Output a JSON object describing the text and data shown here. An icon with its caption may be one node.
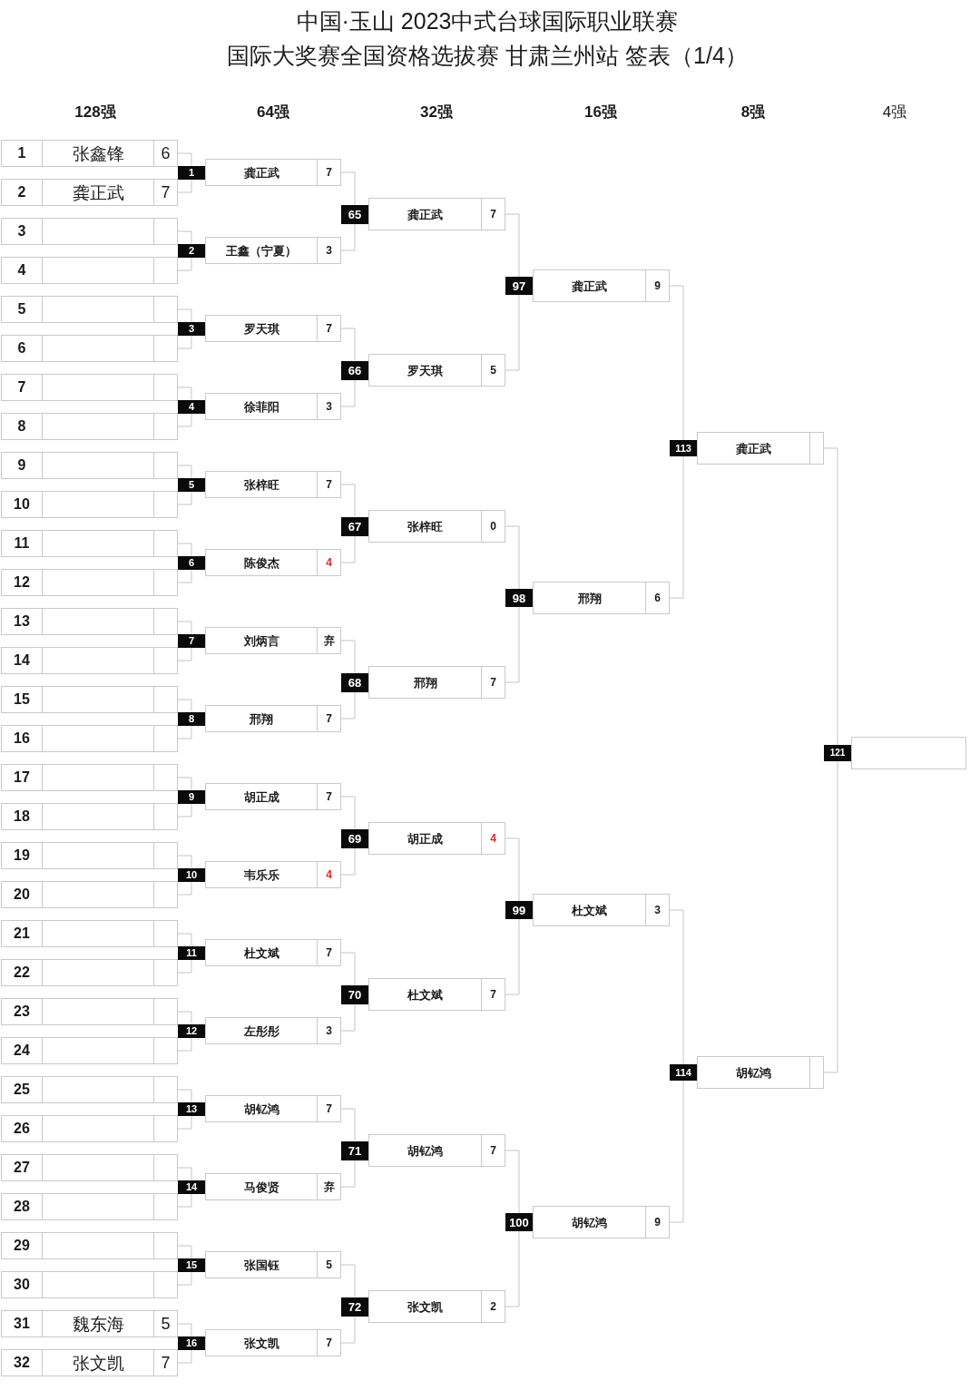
{
  "diagram": {
    "title": "中国·玉山 2023中式台球国际职业联赛",
    "nodes": [
      {
        "text": [
          "1",
          "张鑫锋",
          "6"
        ]
      },
      {
        "text": [
          "2",
          "龚正武",
          "7"
        ]
      },
      {
        "text": [
          "3"
        ]
      },
      {
        "text": [
          "4"
        ]
      },
      {
        "text": [
          "5"
        ]
      },
      {
        "text": [
          "6"
        ]
      },
      {
        "text": [
          "7"
        ]
      },
      {
        "text": [
          "8"
        ]
      },
      {
        "text": [
          "9"
        ]
      },
      {
        "text": [
          "10"
        ]
      },
      {
        "text": [
          "11"
        ]
      },
      {
        "text": [
          "12"
        ]
      },
      {
        "text": [
          "13"
        ]
      },
      {
        "text": [
          "14"
        ]
      },
      {
        "text": [
          "15"
        ]
      },
      {
        "text": [
          "16"
        ]
      },
      {
        "text": [
          "17"
        ]
      },
      {
        "text": [
          "18"
        ]
      },
      {
        "text": [
          "19"
        ]
      },
      {
        "text": [
          "20"
        ]
      },
      {
        "text": [
          "21"
        ]
      },
      {
        "text": [
          "22"
        ]
      },
      {
        "text": [
          "23"
        ]
      },
      {
        "text": [
          "24"
        ]
      },
      {
        "text": [
          "25"
        ]
      },
      {
        "text": [
          "26"
        ]
      },
      {
        "text": [
          "27"
        ]
      },
      {
        "text": [
          "28"
        ]
      },
      {
        "text": [
          "29"
        ]
      },
      {
        "text": [
          "30"
        ]
      },
      {
        "text": [
          "31",
          "魏东海",
          "5"
        ]
      },
      {
        "text": [
          "32",
          "张文凯",
          "7"
        ]
      },
      {
        "text": [
          "1",
          "龚正武",
          "7"
        ]
      },
      {
        "text": [
          "2",
          "王鑫（宁夏）",
          "3"
        ]
      },
      {
        "text": [
          "3",
          "罗天琪",
          "7"
        ]
      },
      {
        "text": [
          "4",
          "徐菲阳",
          "3"
        ]
      },
      {
        "text": [
          "5",
          "张梓旺",
          "7"
        ]
      },
      {
        "text": [
          "6",
          "陈俊杰",
          "4"
        ]
      },
      {
        "text": [
          "7",
          "刘炳言",
          "弃"
        ]
      },
      {
        "text": [
          "8",
          "邢翔",
          "7"
        ]
      },
      {
        "text": [
          "9",
          "胡正成",
          "7"
        ]
      },
      {
        "text": [
          "10",
          "韦乐乐",
          "4"
        ]
      },
      {
        "text": [
          "11",
          "杜文斌",
          "7"
        ]
      },
      {
        "text": [
          "12",
          "左彤彤",
          "3"
        ]
      },
      {
        "text": [
          "13",
          "胡钇鸿",
          "7"
        ]
      },
      {
        "text": [
          "14",
          "马俊贤",
          "弃"
        ]
      },
      {
        "text": [
          "15",
          "张国钰",
          "5"
        ]
      },
      {
        "text": [
          "16",
          "张文凯",
          "7"
        ]
      },
      {
        "text": [
          "65",
          "龚正武",
          "7"
        ]
      },
      {
        "text": [
          "66",
          "罗天琪",
          "5"
        ]
      },
      {
        "text": [
          "67",
          "张梓旺",
          "0"
        ]
      },
      {
        "text": [
          "68",
          "邢翔",
          "7"
        ]
      },
      {
        "text": [
          "69",
          "胡正成",
          "4"
        ]
      },
      {
        "text": [
          "70",
          "杜文斌",
          "7"
        ]
      },
      {
        "text": [
          "71",
          "胡钇鸿",
          "7"
        ]
      },
      {
        "text": [
          "72",
          "张文凯",
          "2"
        ]
      },
      {
        "text": [
          "97",
          "龚正武",
          "9"
        ]
      },
      {
        "text": [
          "98",
          "邢翔",
          "6"
        ]
      },
      {
        "text": [
          "99",
          "杜文斌",
          "3"
        ]
      },
      {
        "text": [
          "100",
          "胡钇鸿",
          "9"
        ]
      },
      {
        "text": [
          "113",
          "龚正武"
        ]
      },
      {
        "text": [
          "114",
          "胡钇鸿"
        ]
      },
      {
        "text": [
          "121"
        ]
      }
    ],
    "edges": [
      {
        "from": 0,
        "to": 32,
        "arrow": "none"
      },
      {
        "from": 1,
        "to": 32,
        "arrow": "none"
      },
      {
        "from": 2,
        "to": 33,
        "arrow": "none"
      },
      {
        "from": 3,
        "to": 33,
        "arrow": "none"
      },
      {
        "from": 4,
        "to": 34,
        "arrow": "none"
      },
      {
        "from": 5,
        "to": 34,
        "arrow": "none"
      },
      {
        "from": 6,
        "to": 35,
        "arrow": "none"
      },
      {
        "from": 7,
        "to": 35,
        "arrow": "none"
      },
      {
        "from": 8,
        "to": 36,
        "arrow": "none"
      },
      {
        "from": 9,
        "to": 36,
        "arrow": "none"
      },
      {
        "from": 10,
        "to": 37,
        "arrow": "none"
      },
      {
        "from": 11,
        "to": 37,
        "arrow": "none"
      },
      {
        "from": 12,
        "to": 38,
        "arrow": "none"
      },
      {
        "from": 13,
        "to": 38,
        "arrow": "none"
      },
      {
        "from": 14,
        "to": 39,
        "arrow": "none"
      },
      {
        "from": 15,
        "to": 39,
        "arrow": "none"
      },
      {
        "from": 16,
        "to": 40,
        "arrow": "none"
      },
      {
        "from": 17,
        "to": 40,
        "arrow": "none"
      },
      {
        "from": 18,
        "to": 41,
        "arrow": "none"
      },
      {
        "from": 19,
        "to": 41,
        "arrow": "none"
      },
      {
        "from": 20,
        "to": 42,
        "arrow": "none"
      },
      {
        "from": 21,
        "to": 42,
        "arrow": "none"
      },
      {
        "from": 22,
        "to": 43,
        "arrow": "none"
      },
      {
        "from": 23,
        "to": 43,
        "arrow": "none"
      },
      {
        "from": 24,
        "to": 44,
        "arrow": "none"
      },
      {
        "from": 25,
        "to": 44,
        "arrow": "none"
      },
      {
        "from": 26,
        "to": 45,
        "arrow": "none"
      },
      {
        "from": 27,
        "to": 45,
        "arrow": "none"
      },
      {
        "from": 28,
        "to": 46,
        "arrow": "none"
      },
      {
        "from": 29,
        "to": 46,
        "arrow": "none"
      },
      {
        "from": 30,
        "to": 47,
        "arrow": "none"
      },
      {
        "from": 31,
        "to": 47,
        "arrow": "none"
      },
      {
        "from": 32,
        "to": 48,
        "arrow": "none"
      },
      {
        "from": 33,
        "to": 48,
        "arrow": "none"
      },
      {
        "from": 34,
        "to": 49,
        "arrow": "none"
      },
      {
        "from": 35,
        "to": 49,
        "arrow": "none"
      },
      {
        "from": 36,
        "to": 50,
        "arrow": "none"
      },
      {
        "from": 37,
        "to": 50,
        "arrow": "none"
      },
      {
        "from": 38,
        "to": 51,
        "arrow": "none"
      },
      {
        "from": 39,
        "to": 51,
        "arrow": "none"
      },
      {
        "from": 40,
        "to": 52,
        "arrow": "none"
      },
      {
        "from": 41,
        "to": 52,
        "arrow": "none"
      },
      {
        "from": 42,
        "to": 53,
        "arrow": "none"
      },
      {
        "from": 43,
        "to": 53,
        "arrow": "none"
      },
      {
        "from": 44,
        "to": 54,
        "arrow": "none"
      },
      {
        "from": 45,
        "to": 54,
        "arrow": "none"
      },
      {
        "from": 46,
        "to": 55,
        "arrow": "none"
      },
      {
        "from": 47,
        "to": 55,
        "arrow": "none"
      },
      {
        "from": 48,
        "to": 56,
        "arrow": "none"
      },
      {
        "from": 49,
        "to": 56,
        "arrow": "none"
      },
      {
        "from": 50,
        "to": 57,
        "arrow": "none"
      },
      {
        "from": 51,
        "to": 57,
        "arrow": "none"
      },
      {
        "from": 52,
        "to": 58,
        "arrow": "none"
      },
      {
        "from": 53,
        "to": 58,
        "arrow": "none"
      },
      {
        "from": 54,
        "to": 59,
        "arrow": "none"
      },
      {
        "from": 55,
        "to": 59,
        "arrow": "none"
      },
      {
        "from": 56,
        "to": 60,
        "arrow": "none"
      },
      {
        "from": 57,
        "to": 60,
        "arrow": "none"
      },
      {
        "from": 58,
        "to": 61,
        "arrow": "none"
      },
      {
        "from": 59,
        "to": 61,
        "arrow": "none"
      },
      {
        "from": 60,
        "to": 62,
        "arrow": "none"
      },
      {
        "from": 61,
        "to": 62,
        "arrow": "none"
      }
    ],
    "labels": [
      "国际大奖赛全国资格选拔赛 甘肃兰州站 签表（1/4）",
      "128强",
      "64强",
      "32强",
      "16强",
      "8强",
      "4强"
    ]
  }
}
